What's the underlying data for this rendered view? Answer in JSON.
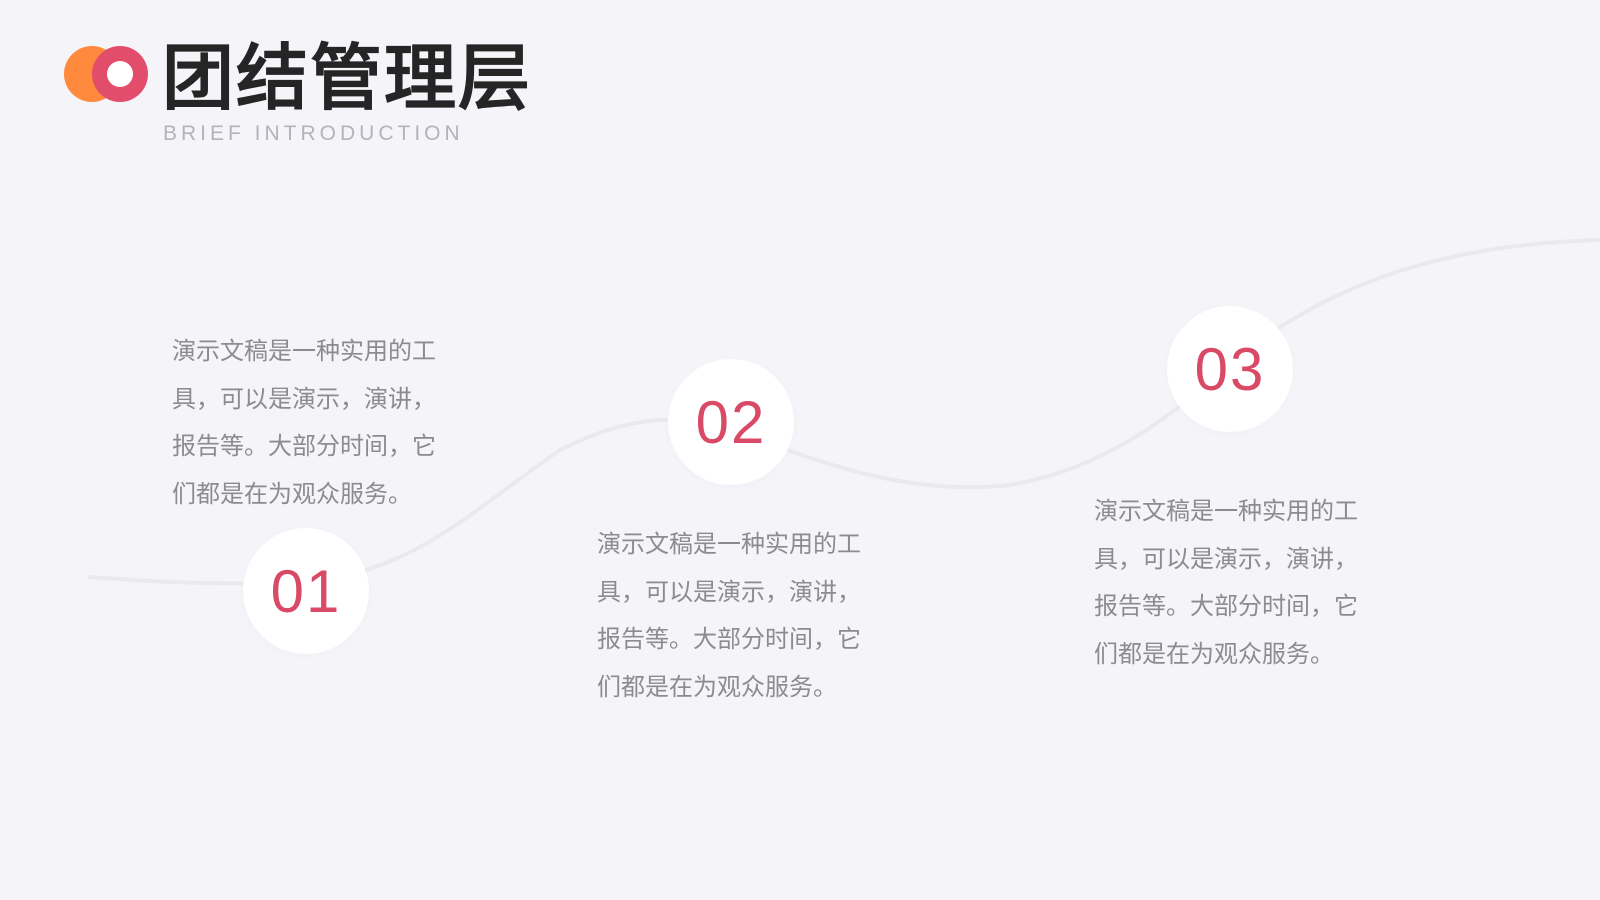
{
  "header": {
    "title": "团结管理层",
    "subtitle": "BRIEF INTRODUCTION"
  },
  "steps": [
    {
      "number": "01",
      "text": "演示文稿是一种实用的工具，可以是演示，演讲，报告等。大部分时间，它们都是在为观众服务。"
    },
    {
      "number": "02",
      "text": "演示文稿是一种实用的工具，可以是演示，演讲，报告等。大部分时间，它们都是在为观众服务。"
    },
    {
      "number": "03",
      "text": "演示文稿是一种实用的工具，可以是演示，演讲，报告等。大部分时间，它们都是在为观众服务。"
    }
  ],
  "colors": {
    "background": "#f4f4f9",
    "accent_pink": "#e34d6c",
    "accent_orange": "#ff8a3d",
    "number_text": "#d84a66",
    "title_text": "#252525",
    "body_text": "#8c8c8c",
    "subtitle_text": "#b3b3bb"
  },
  "icons": {
    "logo": "double-circle-logo-icon"
  }
}
